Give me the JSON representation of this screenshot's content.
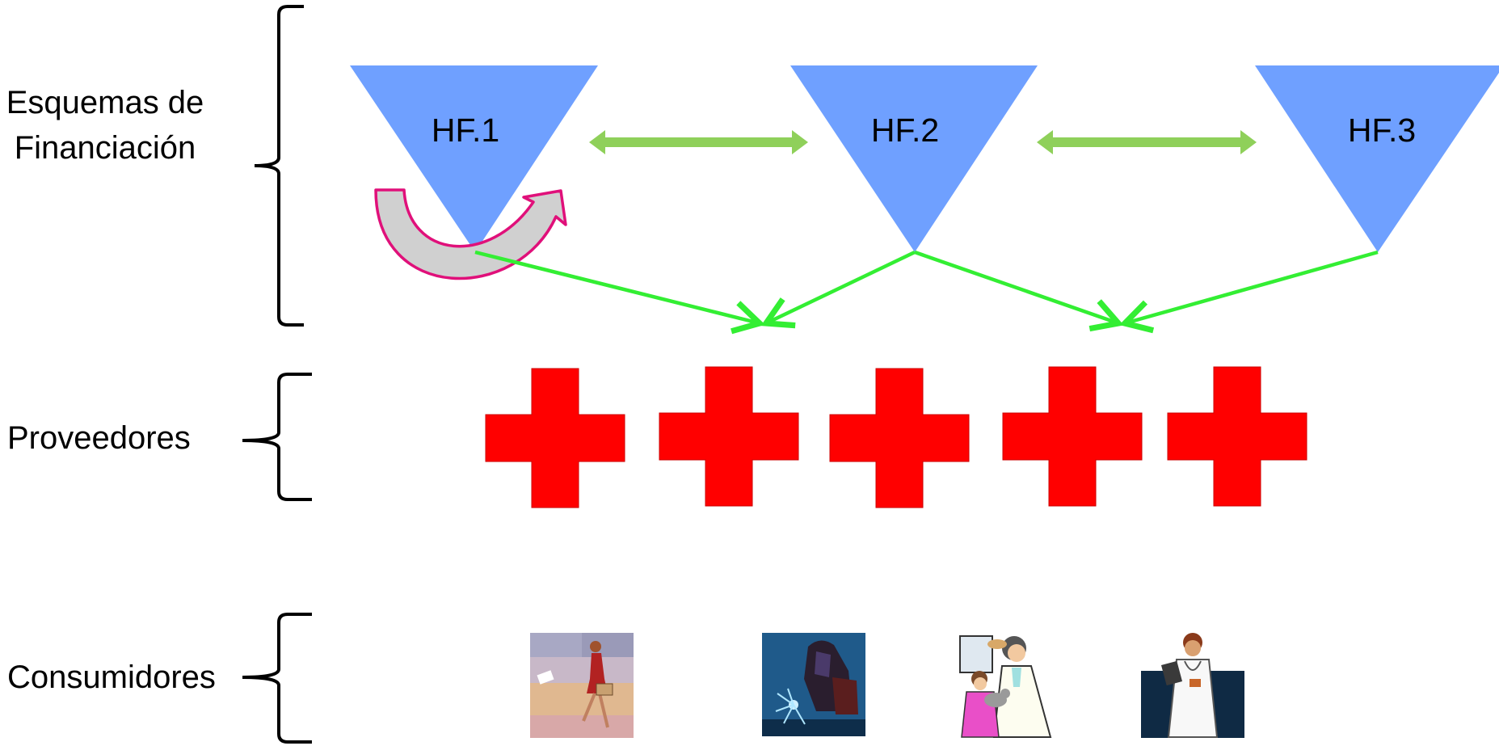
{
  "levels": {
    "financing": "Esquemas de Financiación",
    "providers": "Proveedores",
    "consumers": "Consumidores"
  },
  "schemes": [
    "HF.1",
    "HF.2",
    "HF.3"
  ],
  "colors": {
    "scheme_fill": "#6fa0ff",
    "arrow_double": "#8fd05a",
    "arrow_flow": "#33ee33",
    "curved_arrow_fill": "#d0d0d0",
    "curved_arrow_stroke": "#e0107a",
    "provider_cross": "#ff0000"
  },
  "providers_count": 5,
  "consumers": [
    {
      "icon": "businesswoman-icon"
    },
    {
      "icon": "welder-icon"
    },
    {
      "icon": "veterinarian-icon"
    },
    {
      "icon": "doctor-icon"
    }
  ]
}
